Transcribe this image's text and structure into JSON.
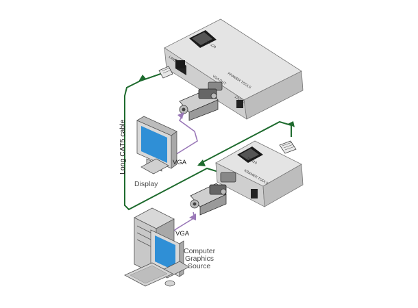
{
  "labels": {
    "cable": "Long CAT5 cable",
    "display": "Display",
    "vga_top": "VGA",
    "vga_bottom": "VGA",
    "source_line1": "Computer",
    "source_line2": "Graphics",
    "source_line3": "Source"
  },
  "transmitter": {
    "brand": "KRAMER TOOLS",
    "model": "TP-120",
    "vga_out": "VGA OUT",
    "line_in": "LINE IN",
    "power": "12VDC"
  },
  "receiver": {
    "brand": "KRAMER TOOLS",
    "model": "TP-110"
  },
  "colors": {
    "cable": "#1e6b2e",
    "vga_cable": "#9a78b8",
    "device_top": "#e4e4e4",
    "device_front": "#cfcfcf",
    "device_side": "#bdbdbd",
    "screen": "#2f8fd6"
  }
}
